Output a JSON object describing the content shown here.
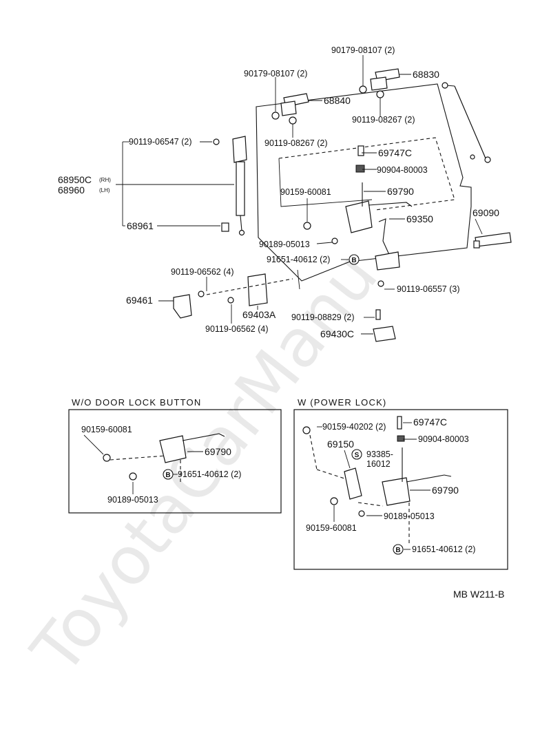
{
  "watermark": "ToyotaCarManu",
  "labels": {
    "p90179_top": "90179-08107 (2)",
    "p68830": "68830",
    "p90179_left": "90179-08107 (2)",
    "p68840": "68840",
    "p90119_08267_r": "90119-08267 (2)",
    "p90119_08267_l": "90119-08267 (2)",
    "p90119_06547": "90119-06547 (2)",
    "p68950c": "68950C",
    "p68960": "68960",
    "rh": "(RH)",
    "lh": "(LH)",
    "p69747c": "69747C",
    "p90904": "90904-80003",
    "p90159_60081": "90159-60081",
    "p69790": "69790",
    "p69090": "69090",
    "p69350": "69350",
    "p68961": "68961",
    "p90189_05013": "90189-05013",
    "p91651": "91651-40612 (2)",
    "p90119_06562_a": "90119-06562 (4)",
    "p69461": "69461",
    "p90119_06557": "90119-06557 (3)",
    "p69403a": "69403A",
    "p90119_08829": "90119-08829 (2)",
    "p90119_06562_b": "90119-06562 (4)",
    "p69430c": "69430C"
  },
  "panel_left": {
    "title": "W/O  DOOR  LOCK  BUTTON",
    "p90159": "90159-60081",
    "p69790": "69790",
    "p91651": "91651-40612 (2)",
    "p90189": "90189-05013"
  },
  "panel_right": {
    "title": "W (POWER  LOCK)",
    "p90159_40202": "90159-40202 (2)",
    "p69747c": "69747C",
    "p90904": "90904-80003",
    "p69150": "69150",
    "p93385": "93385-",
    "p93385b": "16012",
    "p69790": "69790",
    "p90189": "90189-05013",
    "p90159_60081": "90159-60081",
    "p91651": "91651-40612 (2)"
  },
  "markers": {
    "b": "B",
    "s": "S"
  },
  "footer_code": "MB W211-B"
}
